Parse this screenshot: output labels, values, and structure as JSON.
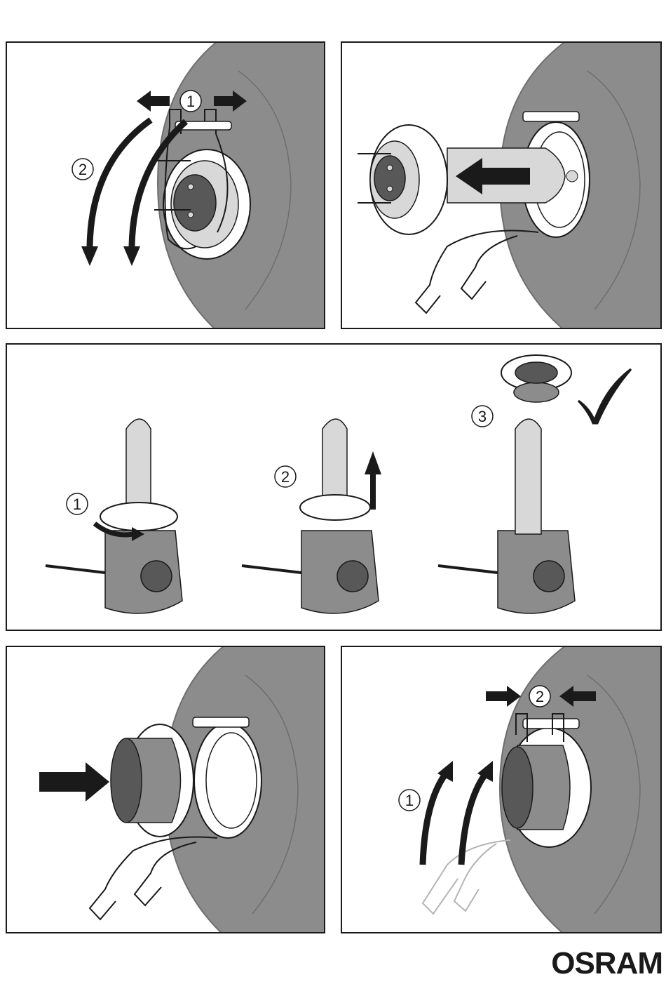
{
  "panels": {
    "p1": {
      "step1": "1",
      "step2": "2"
    },
    "p3": {
      "step1": "1",
      "step2": "2",
      "step3": "3"
    },
    "p5": {
      "step1": "1",
      "step2": "2"
    }
  },
  "icons": [
    "arrow-left-icon",
    "arrow-right-icon",
    "arrow-down-icon",
    "arrow-up-icon",
    "rotate-icon",
    "checkmark-icon"
  ],
  "colors": {
    "housing": "#8c8c8c",
    "housing_edge": "#6e6e6e",
    "dark_part": "#585858",
    "light_part": "#d8d8d8",
    "outline": "#1a1a1a"
  },
  "brand": {
    "logo": "OSRAM"
  }
}
